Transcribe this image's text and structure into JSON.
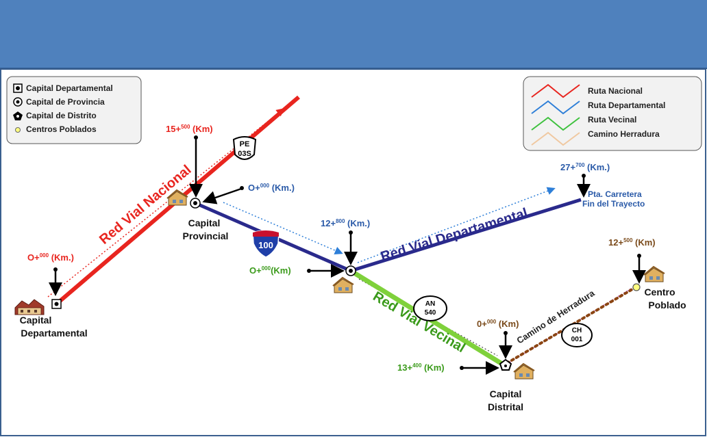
{
  "legend_left": {
    "items": [
      {
        "label": "Capital Departamental",
        "icon": "square-dot-icon"
      },
      {
        "label": "Capital de Provincia",
        "icon": "circle-dot-icon"
      },
      {
        "label": "Capital de Distrito",
        "icon": "pentagon-dot-icon"
      },
      {
        "label": "Centros Poblados",
        "icon": "small-circle-icon"
      }
    ]
  },
  "legend_right": {
    "items": [
      {
        "label": "Ruta Nacional",
        "color": "#e8251f"
      },
      {
        "label": "Ruta Departamental",
        "color": "#2e7fd8"
      },
      {
        "label": "Ruta Vecinal",
        "color": "#3ec13e"
      },
      {
        "label": "Camino Herradura",
        "color": "#f0c8a0"
      }
    ]
  },
  "colors": {
    "header": "#4f81bd",
    "nacional": "#e8251f",
    "departamental": "#2a2a8c",
    "vecinal": "#7fd13b",
    "herradura": "#8b4513",
    "blue_text": "#2a5aa8",
    "green_text": "#3a9a1a",
    "brown_text": "#7a4a1a"
  },
  "roads": {
    "nacional": "Red Vial Nacional",
    "departamental": "Red Vial Departamental",
    "vecinal": "Red Vial Vecinal",
    "herradura": "Camino de Herradura"
  },
  "shields": {
    "pe_top": "PE",
    "pe_bottom": "03S",
    "interstate": "100",
    "an_top": "AN",
    "an_bottom": "540",
    "ch_top": "CH",
    "ch_bottom": "001"
  },
  "places": {
    "departamental_line1": "Capital",
    "departamental_line2": "Departamental",
    "provincial_line1": "Capital",
    "provincial_line2": "Provincial",
    "distrital_line1": "Capital",
    "distrital_line2": "Distrital",
    "centro_line1": "Centro",
    "centro_line2": "Poblado",
    "pta_line1": "Pta. Carretera",
    "pta_line2": "Fin del Trayecto"
  },
  "kms": {
    "nac_start": {
      "main": "O+",
      "sup": "000",
      "unit": " (Km.)"
    },
    "nac_end": {
      "main": "15+",
      "sup": "500",
      "unit": " (Km)"
    },
    "dep_start": {
      "main": "O+",
      "sup": "000",
      "unit": " (Km.)"
    },
    "dep_mid": {
      "main": "12+",
      "sup": "800",
      "unit": " (Km.)"
    },
    "dep_end": {
      "main": "27+",
      "sup": "700",
      "unit": " (Km.)"
    },
    "vec_start": {
      "main": "O+",
      "sup": "000",
      "unit": "(Km)"
    },
    "vec_end": {
      "main": "13+",
      "sup": "400",
      "unit": " (Km)"
    },
    "her_start": {
      "main": "0+",
      "sup": "000",
      "unit": " (Km)"
    },
    "her_end": {
      "main": "12+",
      "sup": "500",
      "unit": " (Km)"
    }
  }
}
